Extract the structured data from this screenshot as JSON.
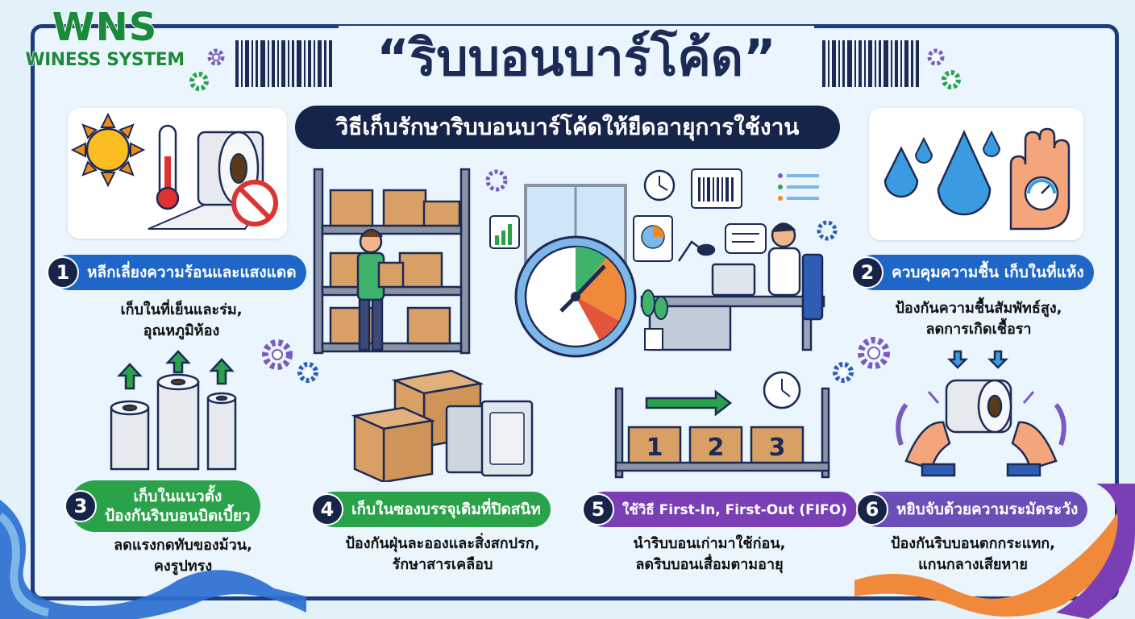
{
  "brand": {
    "logo_main": "WNS",
    "logo_sub": "WINESS SYSTEM"
  },
  "header": {
    "title": "“ริบบอนบาร์โค้ด”",
    "subtitle": "วิธีเก็บรักษาริบบอนบาร์โค้ดให้ยืดอายุการใช้งาน"
  },
  "tips": [
    {
      "num": "1",
      "label": "หลีกเลี่ยงความร้อนและแสงแดด",
      "desc": [
        "เก็บในที่เย็นและร่ม,",
        "อุณหภูมิห้อง"
      ],
      "color": "#1f66c9"
    },
    {
      "num": "2",
      "label": "ควบคุมความชื้น เก็บในที่แห้ง",
      "desc": [
        "ป้องกันความชื้นสัมพัทธ์สูง,",
        "ลดการเกิดเชื้อรา"
      ],
      "color": "#1f66c9"
    },
    {
      "num": "3",
      "label_lines": [
        "เก็บในแนวตั้ง",
        "ป้องกันริบบอนบิดเบี้ยว"
      ],
      "desc": [
        "ลดแรงกดทับของม้วน,",
        "คงรูปทรง"
      ],
      "color": "#2aa24a"
    },
    {
      "num": "4",
      "label": "เก็บในซองบรรจุเดิมที่ปิดสนิท",
      "desc": [
        "ป้องกันฝุ่นละอองและสิ่งสกปรก,",
        "รักษาสารเคลือบ"
      ],
      "color": "#2aa24a"
    },
    {
      "num": "5",
      "label": "ใช้วิธี First-In, First-Out (FIFO)",
      "desc": [
        "นำริบบอนเก่ามาใช้ก่อน,",
        "ลดริบบอนเสื่อมตามอายุ"
      ],
      "color": "#7a3fb5"
    },
    {
      "num": "6",
      "label": "หยิบจับด้วยความระมัดระวัง",
      "desc": [
        "ป้องกันริบบอนตกกระแทก,",
        "แกนกลางเสียหาย"
      ],
      "color": "#6a4fb8"
    }
  ],
  "fifo_boxes": [
    "1",
    "2",
    "3"
  ],
  "colors": {
    "navy": "#16244a",
    "blue": "#1f66c9",
    "green": "#2aa24a",
    "purple": "#7a3fb5"
  }
}
